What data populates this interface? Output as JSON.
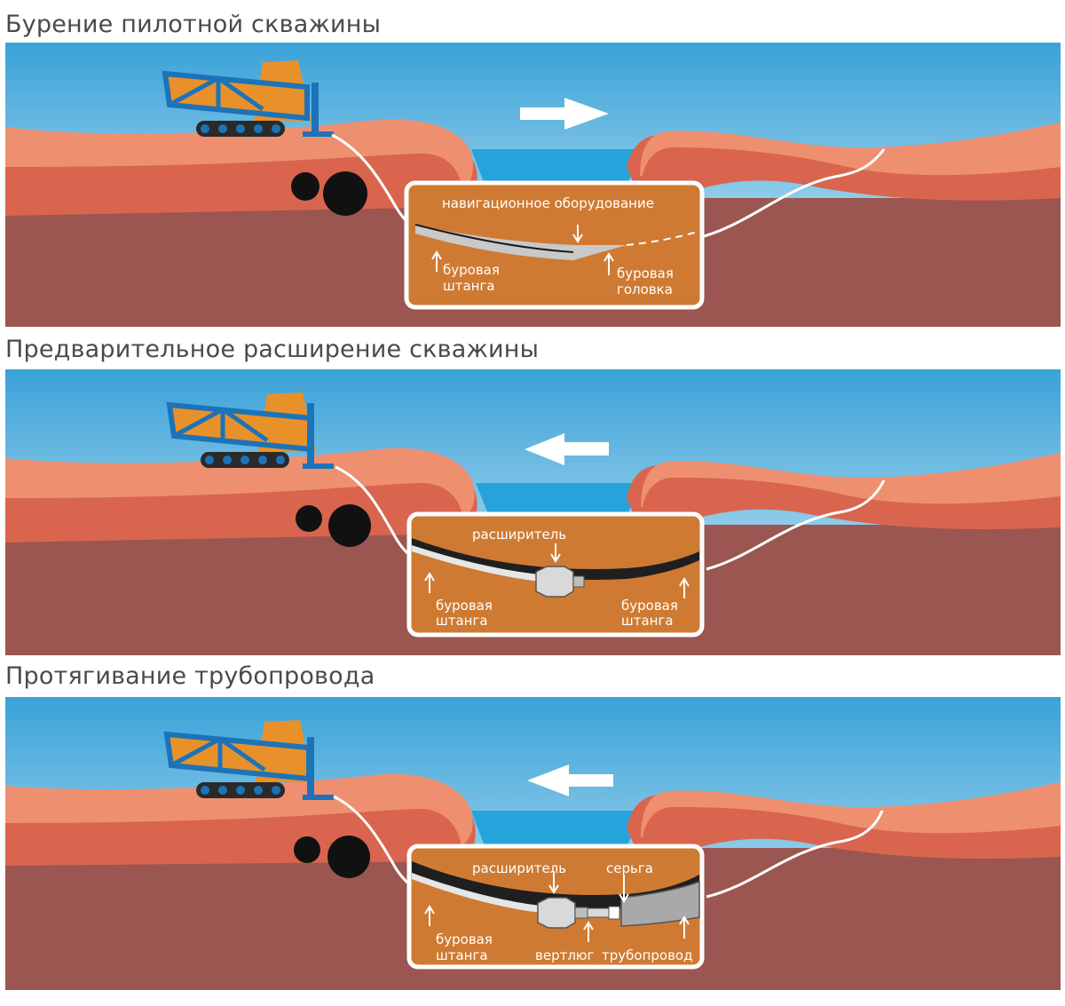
{
  "panels": [
    {
      "title": "Бурение пилотной скважины",
      "arrow_direction": "right",
      "inset": {
        "top_label": "навигационное оборудование",
        "label_left": [
          "буровая",
          "штанга"
        ],
        "label_right": [
          "буровая",
          "головка"
        ]
      }
    },
    {
      "title": "Предварительное расширение скважины",
      "arrow_direction": "left",
      "inset": {
        "top_label": "расширитель",
        "label_left": [
          "буровая",
          "штанга"
        ],
        "label_right": [
          "буровая",
          "штанга"
        ]
      }
    },
    {
      "title": "Протягивание трубопровода",
      "arrow_direction": "left",
      "inset": {
        "top_label": "расширитель",
        "top_label_2": "серьга",
        "label_left": [
          "буровая",
          "штанга"
        ],
        "label_mid": "вертлюг",
        "label_right": "трубопровод"
      }
    }
  ],
  "colors": {
    "sky_top": "#3aa2d8",
    "sky_bottom": "#d6eef8",
    "ground_deep": "#9b5651",
    "layer_mid": "#d9654e",
    "layer_top": "#ee9070",
    "water": "#27a3dc",
    "inset_bg": "#cf7a32",
    "rig_orange": "#e8912a",
    "rig_blue": "#1d73b8"
  },
  "icons": [
    "drilling-rig-icon",
    "direction-arrow-icon",
    "pipe-reel-icon"
  ]
}
